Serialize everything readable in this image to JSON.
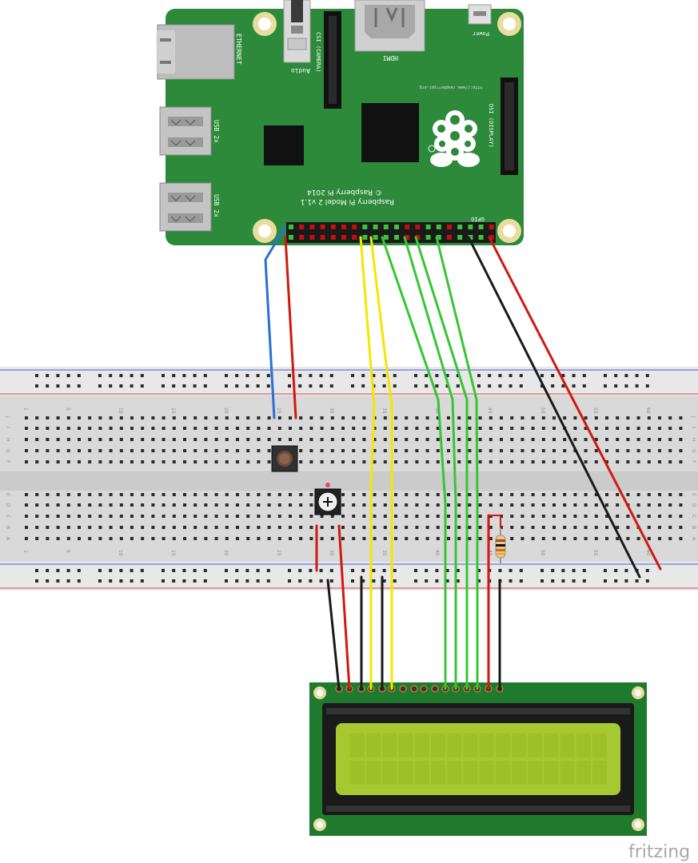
{
  "pi_board": {
    "model_label": "Raspberry Pi Model 2 v1.1",
    "copyright_label": "© Raspberry Pi 2014",
    "url_label": "http://www.raspberrypi.org",
    "ethernet_label": "ETHERNET",
    "usb_label_1": "USB 2x",
    "usb_label_2": "USB 2x",
    "audio_label": "Audio",
    "hdmi_label": "HDMI",
    "power_label": "Power",
    "camera_label": "CSI (CAMERA)",
    "display_label": "DSI (DISPLAY)",
    "gpio_label": "GPIO"
  },
  "breadboard": {
    "column_numbers": [
      "1",
      "5",
      "10",
      "15",
      "20",
      "25",
      "30",
      "35",
      "40",
      "45",
      "50",
      "55",
      "60"
    ],
    "top_row_letters": [
      "J",
      "I",
      "H",
      "G",
      "F"
    ],
    "bottom_row_letters": [
      "E",
      "D",
      "C",
      "B",
      "A"
    ]
  },
  "watermark": "fritzing",
  "colors": {
    "pcb": "#2c8a3a",
    "lcd_pcb": "#1f7a2e",
    "lcd_screen": "#a6c830",
    "wire_blue": "#2a6fd6",
    "wire_red": "#d0190f",
    "wire_yellow": "#f5e600",
    "wire_green": "#36c634",
    "wire_black": "#1a1a1a"
  }
}
